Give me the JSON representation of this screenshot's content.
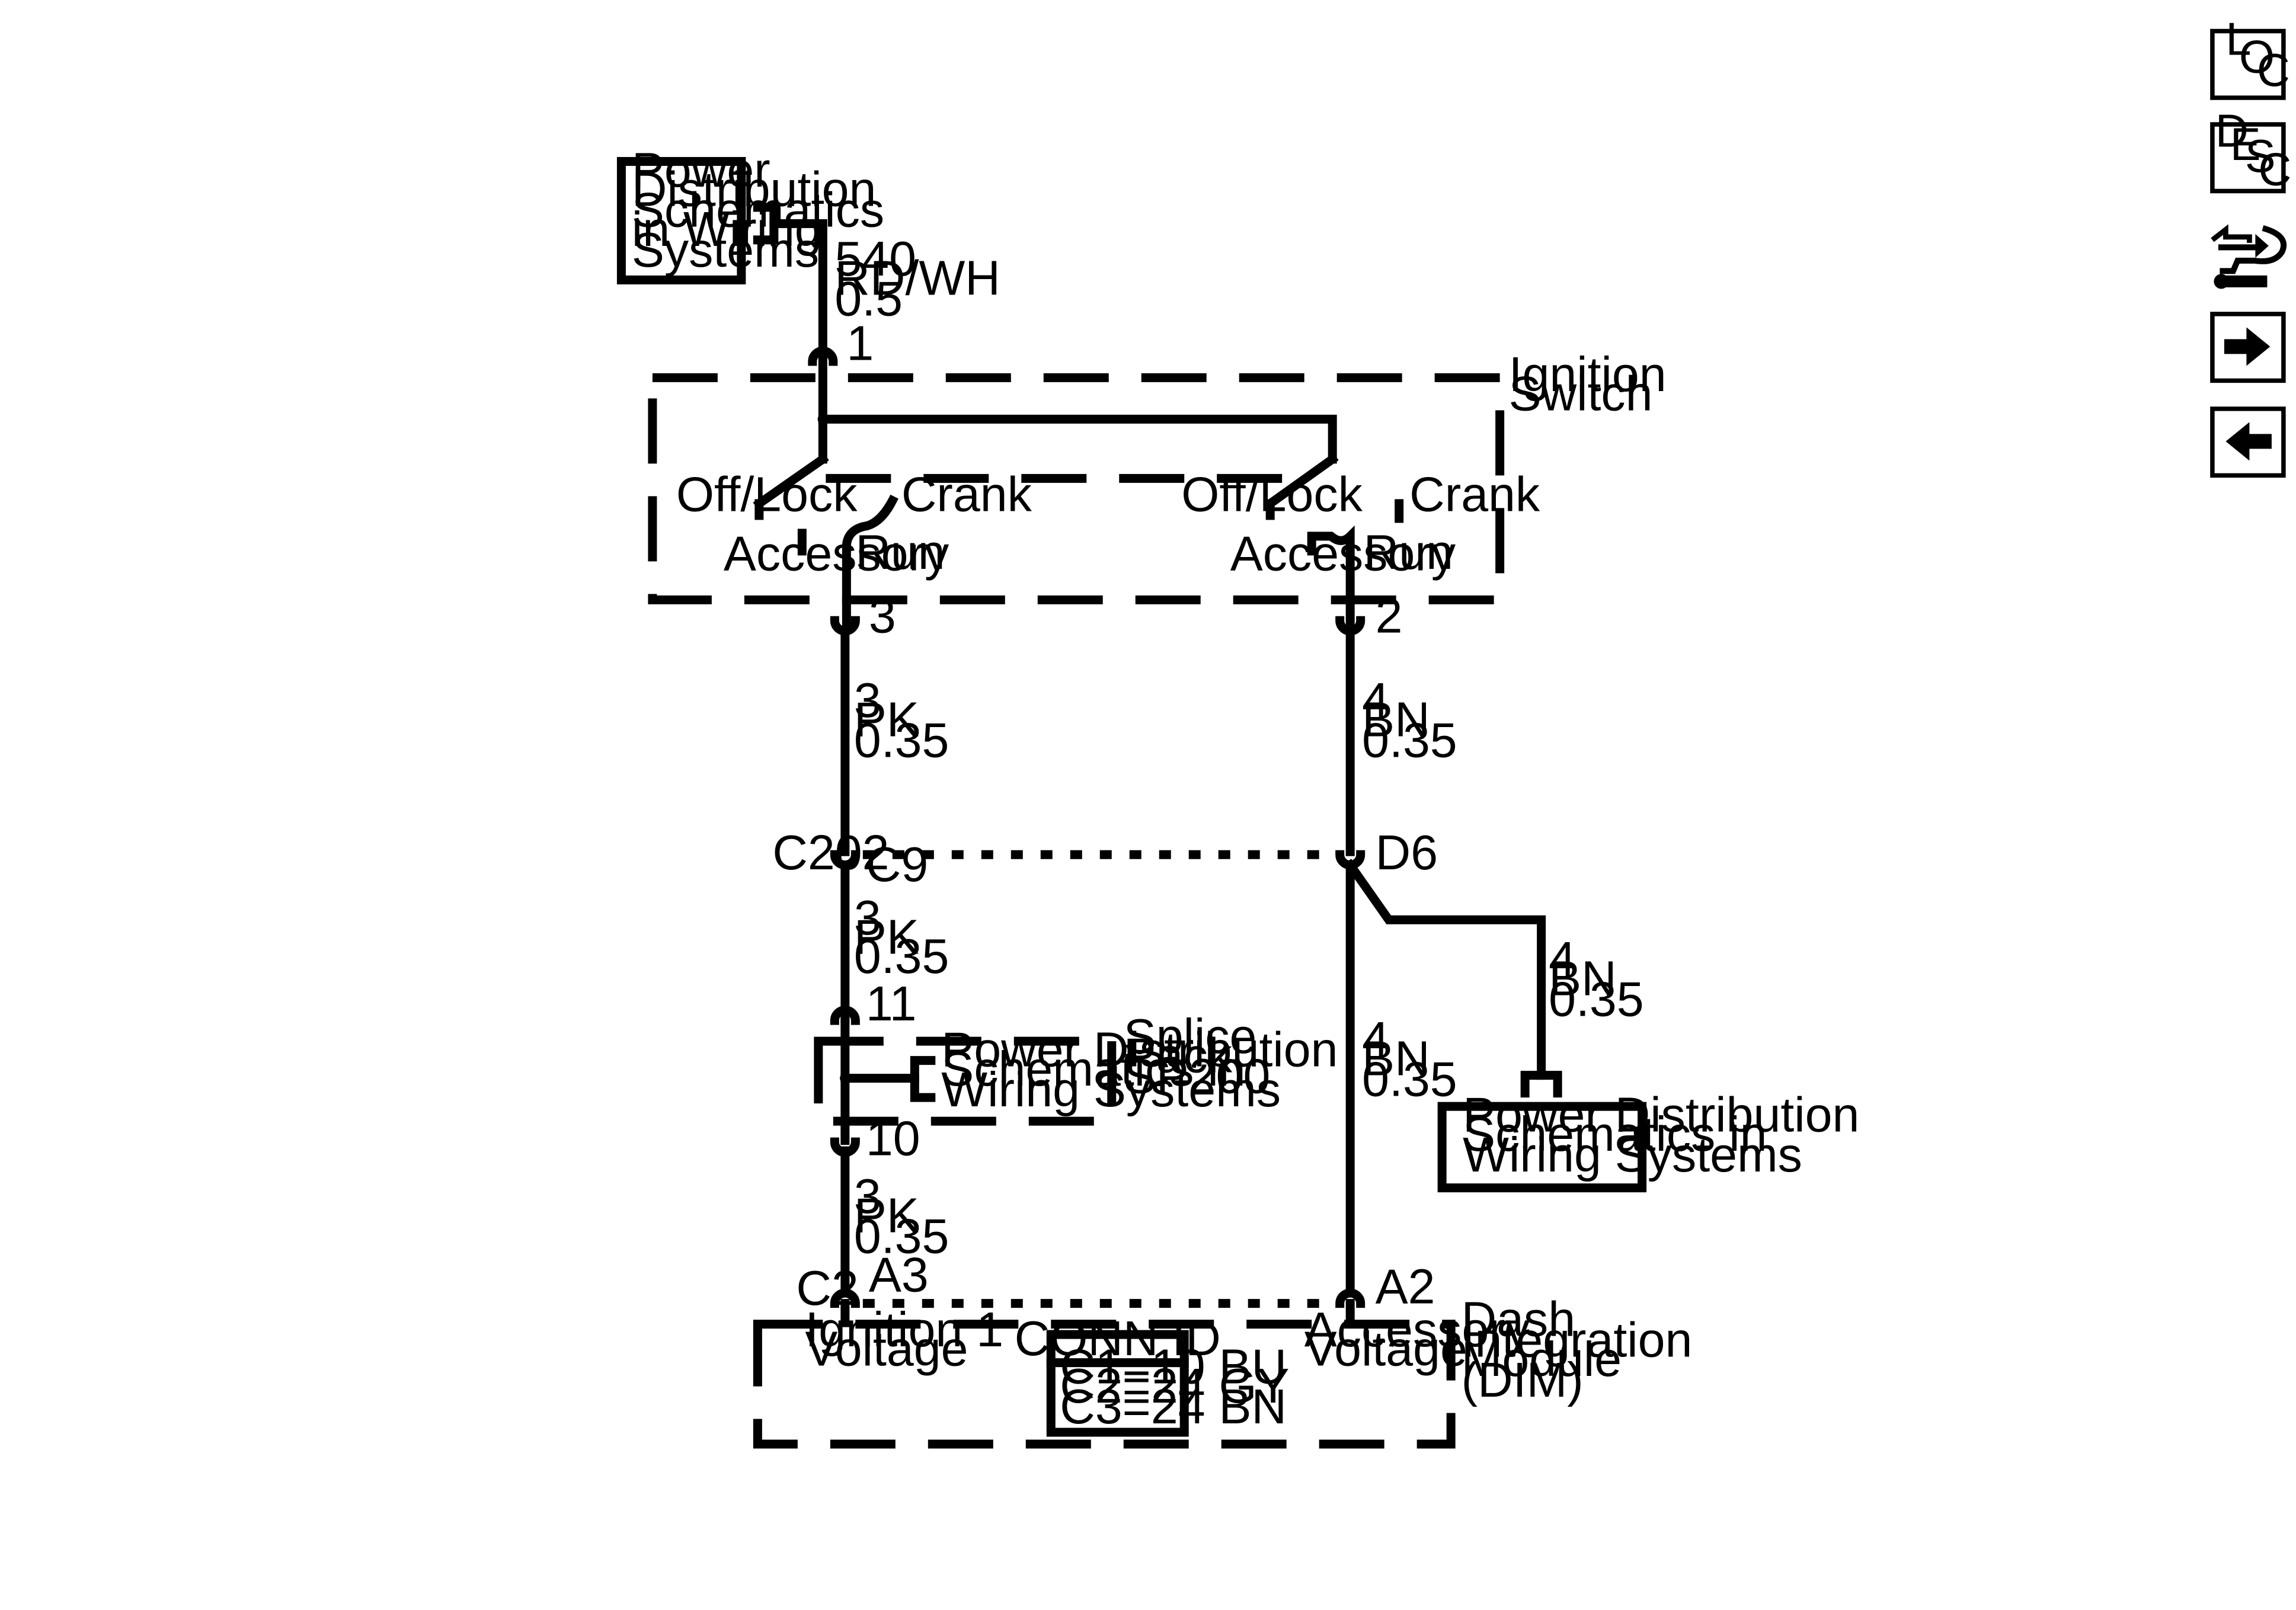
{
  "nav": {
    "loc": {
      "l1": "L",
      "l2": "O",
      "l3": "C"
    },
    "desc": {
      "l1": "D",
      "l2": "E",
      "l3": "S",
      "l4": "C"
    },
    "icon_connector": "connector-end-view-icon",
    "icon_next": "arrow-right-icon",
    "icon_prev": "arrow-left-icon"
  },
  "top_pd": {
    "l1": "Power",
    "l2": "Distribution",
    "l3": "Schematics",
    "l4": "in Wiring",
    "l5": "Systems"
  },
  "wire_540": {
    "circuit": "540",
    "color": "RD/WH",
    "size": "0.5"
  },
  "ignition_switch": {
    "title1": "Ignition",
    "title2": "Switch",
    "pin_in": "1",
    "left": {
      "off_lock": "Off/Lock",
      "crank": "Crank",
      "accessory": "Accessory",
      "run": "Run",
      "pin": "3"
    },
    "right": {
      "off_lock": "Off/Lock",
      "crank": "Crank",
      "accessory": "Accessory",
      "run": "Run",
      "pin": "2"
    }
  },
  "wire_3a": {
    "circuit": "3",
    "color": "PK",
    "size": "0.35"
  },
  "wire_4a": {
    "circuit": "4",
    "color": "BN",
    "size": "0.35"
  },
  "c202": {
    "name": "C202",
    "pin_left": "C9",
    "pin_right": "D6"
  },
  "wire_3b": {
    "circuit": "3",
    "color": "PK",
    "size": "0.35"
  },
  "wire_4b": {
    "circuit": "4",
    "color": "BN",
    "size": "0.35"
  },
  "wire_4c": {
    "circuit": "4",
    "color": "BN",
    "size": "0.35"
  },
  "splice": {
    "pin_top": "11",
    "pin_bottom": "10",
    "title1": "Splice",
    "title2": "Pack",
    "title3": "SP200"
  },
  "splice_pd": {
    "l1": "Power Distribution",
    "l2": "Schematics in",
    "l3": "Wiring Systems"
  },
  "right_pd": {
    "l1": "Power Distribution",
    "l2": "Schematics in",
    "l3": "Wiring Systems"
  },
  "wire_3c": {
    "circuit": "3",
    "color": "PK",
    "size": "0.35"
  },
  "dim_conn": {
    "name": "C2",
    "pin_left": "A3",
    "pin_right": "A2"
  },
  "dim": {
    "title1": "Dash",
    "title2": "Integration",
    "title3": "Module",
    "title4": "(DIM)",
    "left_label1": "Ignition 1",
    "left_label2": "Voltage",
    "right_label1": "Accessory",
    "right_label2": "Voltage"
  },
  "conn_id": {
    "header": "CONN ID",
    "rows": [
      "C1=10 BU",
      "C2=24 GY",
      "C3=24 BN"
    ]
  }
}
